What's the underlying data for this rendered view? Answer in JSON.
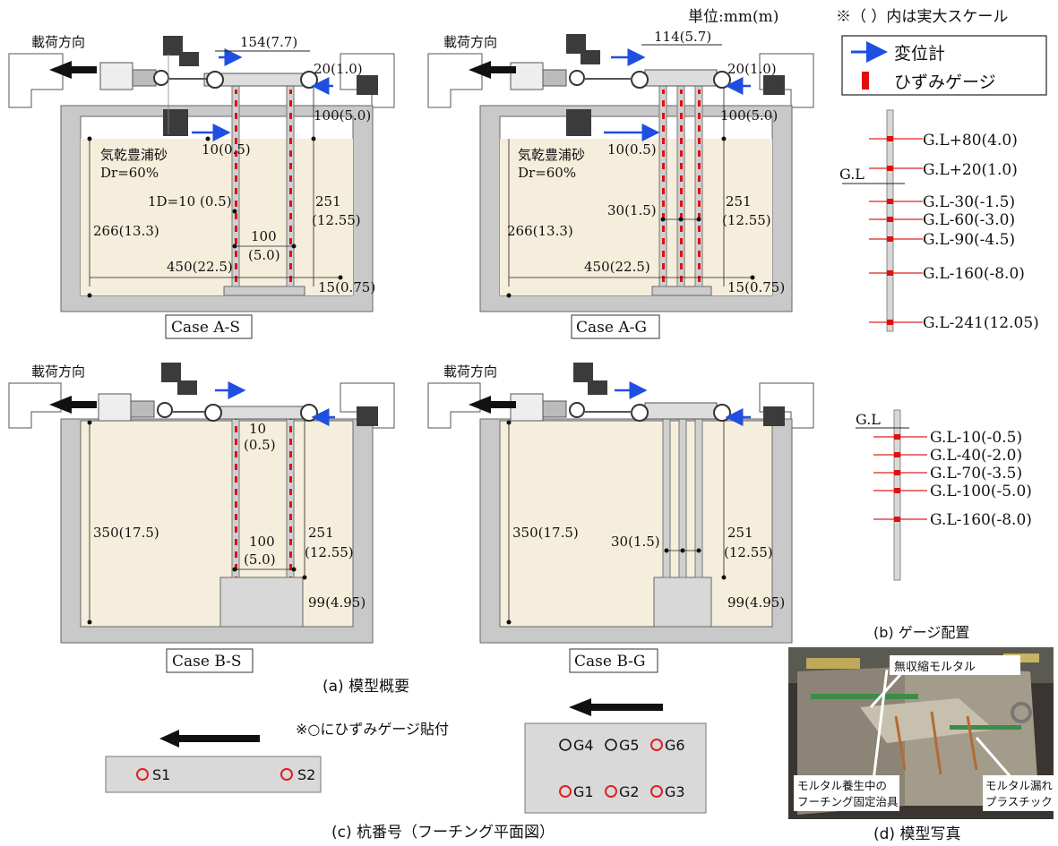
{
  "header": {
    "unit": "単位:mm(m)",
    "note": "※（ ）内は実大スケール"
  },
  "legend": {
    "disp_meter": "変位計",
    "strain_gauge": "ひずみゲージ"
  },
  "colors": {
    "sand": "#f6eedc",
    "wall": "#c9c9c9",
    "arrow_blue": "#1f4fe0",
    "gauge_red": "#e01010",
    "marker_red": "#e02020"
  },
  "common": {
    "load_dir": "載荷方向",
    "sand": "気乾豊浦砂",
    "dr": "Dr=60%"
  },
  "caseAS": {
    "label": "Case A-S",
    "d154": "154(7.7)",
    "d20": "20(1.0)",
    "d100": "100(5.0)",
    "d10": "10(0.5)",
    "d1D": "1D=10 (0.5)",
    "d251a": "251",
    "d251b": "(12.55)",
    "d266": "266(13.3)",
    "d100w": "100",
    "d50": "(5.0)",
    "d450": "450(22.5)",
    "d15": "15(0.75)"
  },
  "caseAG": {
    "label": "Case A-G",
    "d114": "114(5.7)",
    "d20": "20(1.0)",
    "d100": "100(5.0)",
    "d10": "10(0.5)",
    "d30": "30(1.5)",
    "d251a": "251",
    "d251b": "(12.55)",
    "d266": "266(13.3)",
    "d450": "450(22.5)",
    "d15": "15(0.75)"
  },
  "caseBS": {
    "label": "Case B-S",
    "d10a": "10",
    "d10b": "(0.5)",
    "d350": "350(17.5)",
    "d100w": "100",
    "d50": "(5.0)",
    "d251a": "251",
    "d251b": "(12.55)",
    "d99": "99(4.95)"
  },
  "caseBG": {
    "label": "Case B-G",
    "d350": "350(17.5)",
    "d30": "30(1.5)",
    "d251a": "251",
    "d251b": "(12.55)",
    "d99": "99(4.95)"
  },
  "caption_a": "(a) 模型概要",
  "gauge_b": {
    "caption": "(b) ゲージ配置",
    "gl": "G.L",
    "upper": [
      "G.L+80(4.0)",
      "G.L+20(1.0)",
      "G.L-30(-1.5)",
      "G.L-60(-3.0)",
      "G.L-90(-4.5)",
      "G.L-160(-8.0)",
      "G.L-241(12.05)"
    ],
    "lower": [
      "G.L-10(-0.5)",
      "G.L-40(-2.0)",
      "G.L-70(-3.5)",
      "G.L-100(-5.0)",
      "G.L-160(-8.0)"
    ]
  },
  "pile_c": {
    "caption": "(c) 杭番号（フーチング平面図）",
    "note": "※○にひずみゲージ貼付",
    "s": [
      "S1",
      "S2"
    ],
    "g_top": [
      "G4",
      "G5",
      "G6"
    ],
    "g_bottom": [
      "G1",
      "G2",
      "G3"
    ]
  },
  "photo_d": {
    "caption": "(d) 模型写真",
    "label1": "無収縮モルタル",
    "label2a": "モルタル養生中の",
    "label2b": "フーチング固定治具",
    "label3a": "モルタル漏れ",
    "label3b": "プラスチック"
  }
}
